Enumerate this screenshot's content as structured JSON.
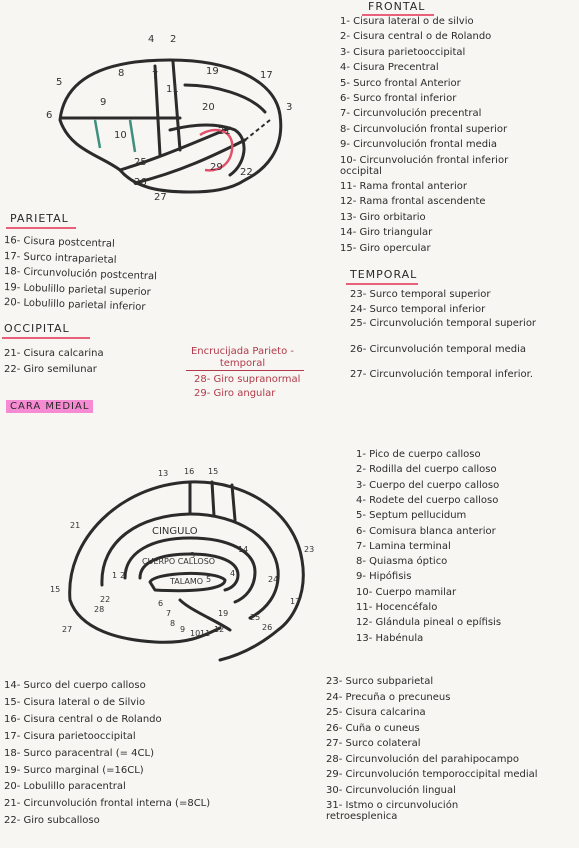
{
  "headings": {
    "frontal": "FRONTAL",
    "parietal": "PARIETAL",
    "occipital": "OCCIPITAL",
    "temporal": "TEMPORAL",
    "cara_medial": "CARA MEDIAL",
    "encrucijada": "Encrucijada Parieto - temporal"
  },
  "frontal_items": [
    "1- Cisura lateral o de silvio",
    "2- Cisura central o de Rolando",
    "3- Cisura parietooccipital",
    "4- Cisura Precentral",
    "5- Surco frontal Anterior",
    "6- Surco frontal inferior",
    "7- Circunvolución precentral",
    "8- Circunvolución frontal superior",
    "9- Circunvolución frontal media",
    "10- Circunvolución frontal inferior occipital",
    "11- Rama frontal anterior",
    "12- Rama frontal ascendente",
    "13- Giro orbitario",
    "14- Giro triangular",
    "15- Giro opercular"
  ],
  "parietal_items": [
    "16- Cisura postcentral",
    "17- Surco intraparietal",
    "18- Circunvolución postcentral",
    "19- Lobulillo parietal superior",
    "20- Lobulillo parietal inferior"
  ],
  "occipital_items": [
    "21- Cisura calcarina",
    "22- Giro semilunar"
  ],
  "encrucijada_items": [
    "28- Giro supranormal",
    "29- Giro angular"
  ],
  "temporal_items": [
    "23- Surco temporal superior",
    "24- Surco temporal inferior",
    "25- Circunvolución temporal superior",
    "26- Circunvolución temporal media",
    "27- Circunvolución temporal inferior."
  ],
  "medial_right_items": [
    "1- Pico de cuerpo calloso",
    "2- Rodilla del cuerpo calloso",
    "3- Cuerpo del cuerpo calloso",
    "4- Rodete del cuerpo calloso",
    "5- Septum pellucidum",
    "6- Comisura blanca anterior",
    "7- Lamina terminal",
    "8- Quiasma óptico",
    "9- Hipófisis",
    "10- Cuerpo mamilar",
    "11- Hocencéfalo",
    "12- Glándula pineal o epífisis",
    "13- Habénula"
  ],
  "medial_left_items": [
    "14- Surco del cuerpo calloso",
    "15- Cisura lateral o de Silvio",
    "16- Cisura central o de Rolando",
    "17- Cisura parietooccipital",
    "18- Surco paracentral (= 4CL)",
    "19- Surco marginal (=16CL)",
    "20- Lobulillo paracentral",
    "21- Circunvolución frontal interna (=8CL)",
    "22- Giro subcalloso"
  ],
  "medial_bottom_right_items": [
    "23- Surco subparietal",
    "24- Precuña o precuneus",
    "25- Cisura calcarina",
    "26- Cuña o cuneus",
    "27- Surco colateral",
    "28- Circunvolución del parahipocampo",
    "29- Circunvolución temporoccipital medial",
    "30- Circunvolución lingual",
    "31- Istmo o circunvolución retroesplenica"
  ],
  "lateral_diagram_labels": [
    "4",
    "2",
    "5",
    "8",
    "7",
    "11",
    "19",
    "17",
    "3",
    "6",
    "9",
    "20",
    "10",
    "21",
    "25",
    "29",
    "22",
    "26",
    "27"
  ],
  "medial_diagram_labels": {
    "cingulo": "CINGULO",
    "cuerpo_calloso": "CUERPO CALLOSO",
    "talamo": "TALAMO",
    "numbers": [
      "13",
      "16",
      "15",
      "21",
      "14",
      "23",
      "1",
      "2",
      "3",
      "4",
      "5",
      "15",
      "24",
      "28",
      "22",
      "6",
      "7",
      "8",
      "9",
      "10",
      "11",
      "12",
      "19",
      "17",
      "25",
      "26",
      "27"
    ]
  },
  "colors": {
    "highlight_pink": "#f78bd3",
    "underline_red": "#e8607a",
    "sulcus_red": "#e0506a",
    "sulcus_teal": "#3f8f7e",
    "outline": "#2b2b2b"
  }
}
